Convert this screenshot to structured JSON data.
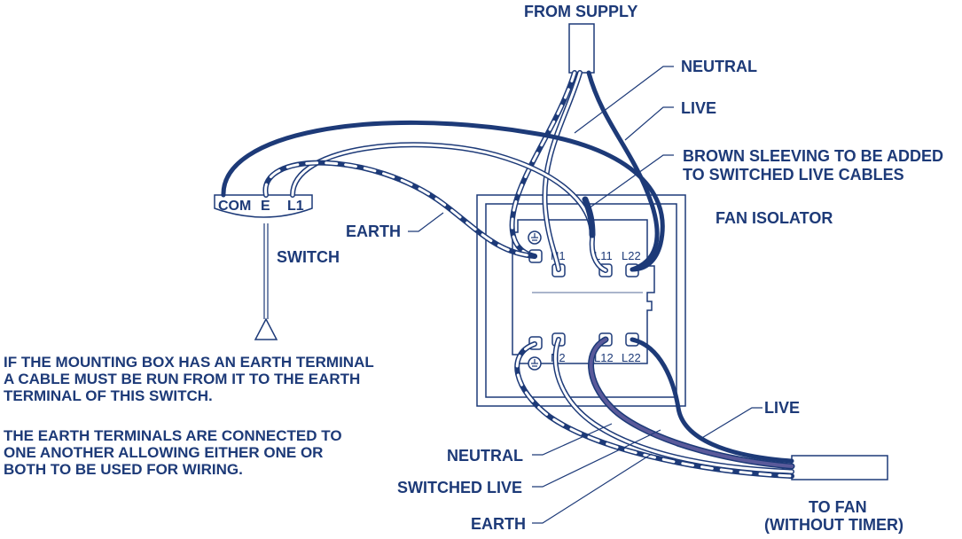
{
  "labels": {
    "from_supply": "FROM SUPPLY",
    "neutral_top": "NEUTRAL",
    "live_top": "LIVE",
    "brown_sleeving_line1": "BROWN SLEEVING TO BE ADDED",
    "brown_sleeving_line2": "TO SWITCHED LIVE CABLES",
    "fan_isolator": "FAN ISOLATOR",
    "earth_top": "EARTH",
    "switch": "SWITCH",
    "live_bottom": "LIVE",
    "neutral_bottom": "NEUTRAL",
    "switched_live": "SWITCHED LIVE",
    "earth_bottom": "EARTH",
    "to_fan_line1": "TO FAN",
    "to_fan_line2": "(WITHOUT TIMER)"
  },
  "notes": {
    "note1_line1": "IF THE MOUNTING BOX HAS AN EARTH TERMINAL",
    "note1_line2": "A CABLE MUST BE RUN FROM IT TO THE EARTH",
    "note1_line3": "TERMINAL OF THIS SWITCH.",
    "note2_line1": "THE EARTH TERMINALS ARE CONNECTED TO",
    "note2_line2": "ONE ANOTHER ALLOWING EITHER ONE OR",
    "note2_line3": "BOTH TO BE USED FOR WIRING."
  },
  "switch_terminals": {
    "com": "COM",
    "e": "E",
    "l1": "L1"
  },
  "isolator_terminals": {
    "n1": "N1",
    "l11": "L11",
    "l22_top": "L22",
    "n2": "N2",
    "l12": "L12",
    "l22_bottom": "L22"
  },
  "colors": {
    "ink": "#1d3a78",
    "wire": "#1d3a78",
    "switched_live_wire": "#5a5a9a"
  }
}
